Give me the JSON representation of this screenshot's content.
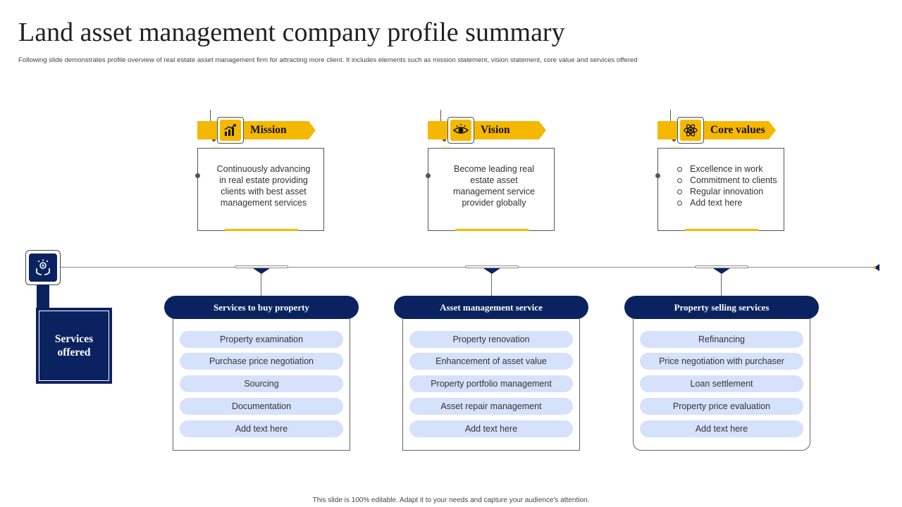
{
  "page": {
    "title": "Land asset management company profile summary",
    "subtitle": "Following slide demonstrates profile overview of real estate asset management firm for attracting more client. It includes elements such as mission statement, vision statement, core value and services offered",
    "footer": "This slide is 100% editable. Adapt it to your needs and capture your audience's attention."
  },
  "colors": {
    "accent": "#f5b800",
    "navy": "#0b2260",
    "pill_light": "#d6e2fb"
  },
  "profile": [
    {
      "title": "Mission",
      "icon": "chart-growth-icon",
      "text": "Continuously advancing in real estate providing clients with best asset management services"
    },
    {
      "title": "Vision",
      "icon": "eye-bulb-icon",
      "text": "Become leading real estate asset management service provider globally"
    },
    {
      "title": "Core values",
      "icon": "atom-icon",
      "items": [
        "Excellence in work",
        "Commitment to clients",
        "Regular innovation",
        "Add text here"
      ]
    }
  ],
  "services": {
    "label": "Services offered",
    "icon": "hands-gear-icon",
    "groups": [
      {
        "title": "Services to buy property",
        "items": [
          "Property examination",
          "Purchase price negotiation",
          "Sourcing",
          "Documentation",
          "Add text here"
        ]
      },
      {
        "title": "Asset management service",
        "items": [
          "Property renovation",
          "Enhancement of asset value",
          "Property portfolio management",
          "Asset repair management",
          "Add text here"
        ]
      },
      {
        "title": "Property selling services",
        "items": [
          "Refinancing",
          "Price negotiation with purchaser",
          "Loan settlement",
          "Property price evaluation",
          "Add text here"
        ]
      }
    ]
  }
}
